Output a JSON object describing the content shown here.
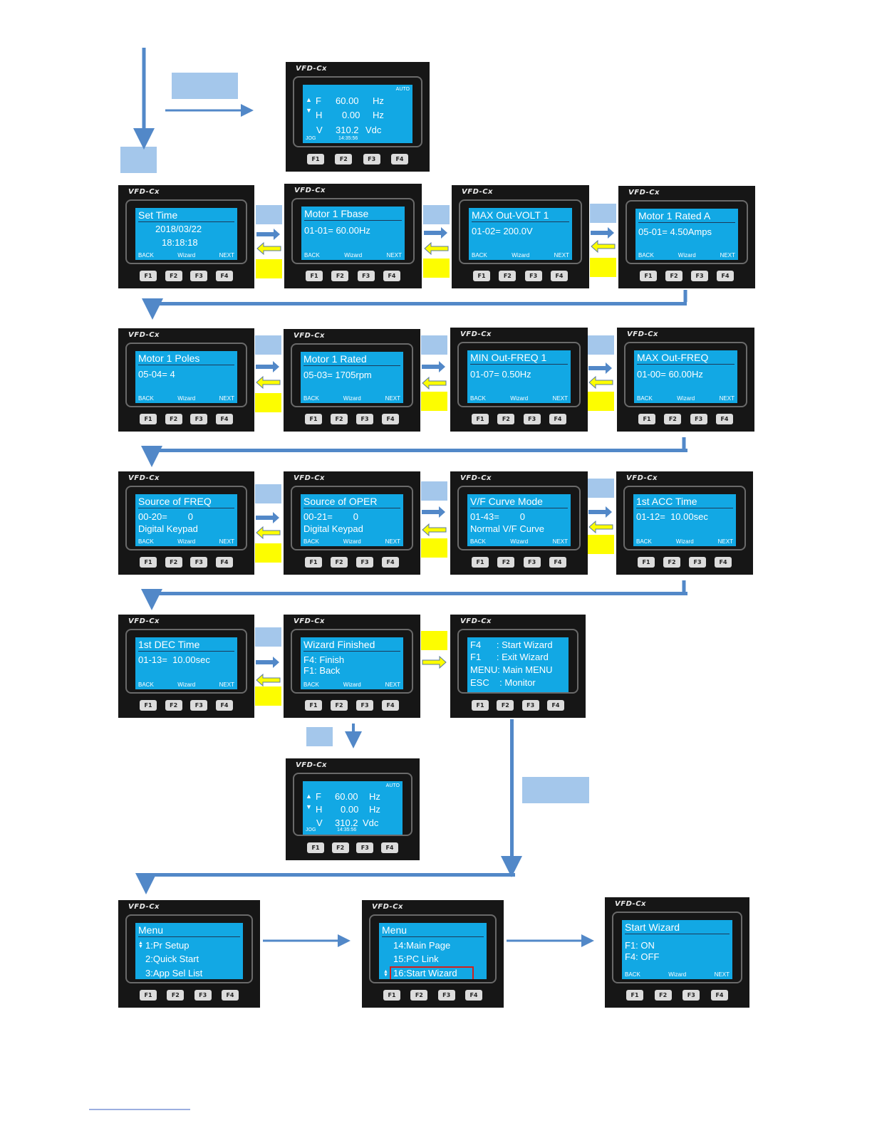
{
  "brand": "VFD-Cx",
  "keys": [
    "F1",
    "F2",
    "F3",
    "F4"
  ],
  "softkeys": {
    "back": "BACK",
    "wizard": "Wizard",
    "next": "NEXT"
  },
  "monitor": {
    "auto": "AUTO",
    "rows": [
      {
        "label": "F",
        "value": "60.00",
        "unit": "Hz"
      },
      {
        "label": "H",
        "value": "0.00",
        "unit": "Hz"
      },
      {
        "label": "V",
        "value": "310.2",
        "unit": "Vdc"
      }
    ],
    "jog": "JOG",
    "time": "14:35:56"
  },
  "screens": {
    "set_time": {
      "title": "Set Time",
      "lines": [
        "2018/03/22",
        "18:18:18"
      ]
    },
    "motor_fbase": {
      "title": "Motor 1 Fbase",
      "lines": [
        "01-01= 60.00Hz"
      ]
    },
    "max_out_volt": {
      "title": "MAX Out-VOLT 1",
      "lines": [
        "01-02= 200.0V"
      ]
    },
    "motor_rated_a": {
      "title": "Motor 1 Rated A",
      "lines": [
        "05-01= 4.50Amps"
      ]
    },
    "motor_poles": {
      "title": "Motor 1 Poles",
      "lines": [
        "05-04= 4"
      ]
    },
    "motor_rated": {
      "title": "Motor 1 Rated",
      "lines": [
        "05-03= 1705rpm"
      ]
    },
    "min_out_freq": {
      "title": "MIN Out-FREQ 1",
      "lines": [
        "01-07= 0.50Hz"
      ]
    },
    "max_out_freq": {
      "title": "MAX Out-FREQ",
      "lines": [
        "01-00= 60.00Hz"
      ]
    },
    "source_freq": {
      "title": "Source of FREQ",
      "lines": [
        "00-20=        0",
        "Digital Keypad"
      ]
    },
    "source_oper": {
      "title": "Source of OPER",
      "lines": [
        "00-21=        0",
        "Digital Keypad"
      ]
    },
    "vf_curve": {
      "title": "V/F Curve Mode",
      "lines": [
        "01-43=        0",
        "Normal V/F Curve"
      ]
    },
    "acc_time": {
      "title": "1st ACC Time",
      "lines": [
        "01-12=  10.00sec"
      ]
    },
    "dec_time": {
      "title": "1st DEC Time",
      "lines": [
        "01-13=  10.00sec"
      ]
    },
    "wizard_finished": {
      "title": "Wizard Finished",
      "lines": [
        "F4: Finish",
        "F1: Back"
      ]
    },
    "help": {
      "lines": [
        "F4      : Start Wizard",
        "F1      : Exit Wizard",
        "MENU: Main MENU",
        "ESC    : Monitor"
      ]
    },
    "menu1": {
      "title": "Menu",
      "lines": [
        "1:Pr Setup",
        "2:Quick Start",
        "3:App Sel List"
      ]
    },
    "menu2": {
      "title": "Menu",
      "lines": [
        "14:Main Page",
        "15:PC Link",
        "16:Start Wizard"
      ]
    },
    "start_wizard": {
      "title": "Start Wizard",
      "lines": [
        "F1: ON",
        "F4: OFF"
      ]
    }
  },
  "colors": {
    "lcd": "#12a8e4",
    "arrow_blue": "#5288c8",
    "label_blue": "#a4c7eb",
    "label_yellow": "#fdfd00",
    "highlight": "#d4201c"
  }
}
